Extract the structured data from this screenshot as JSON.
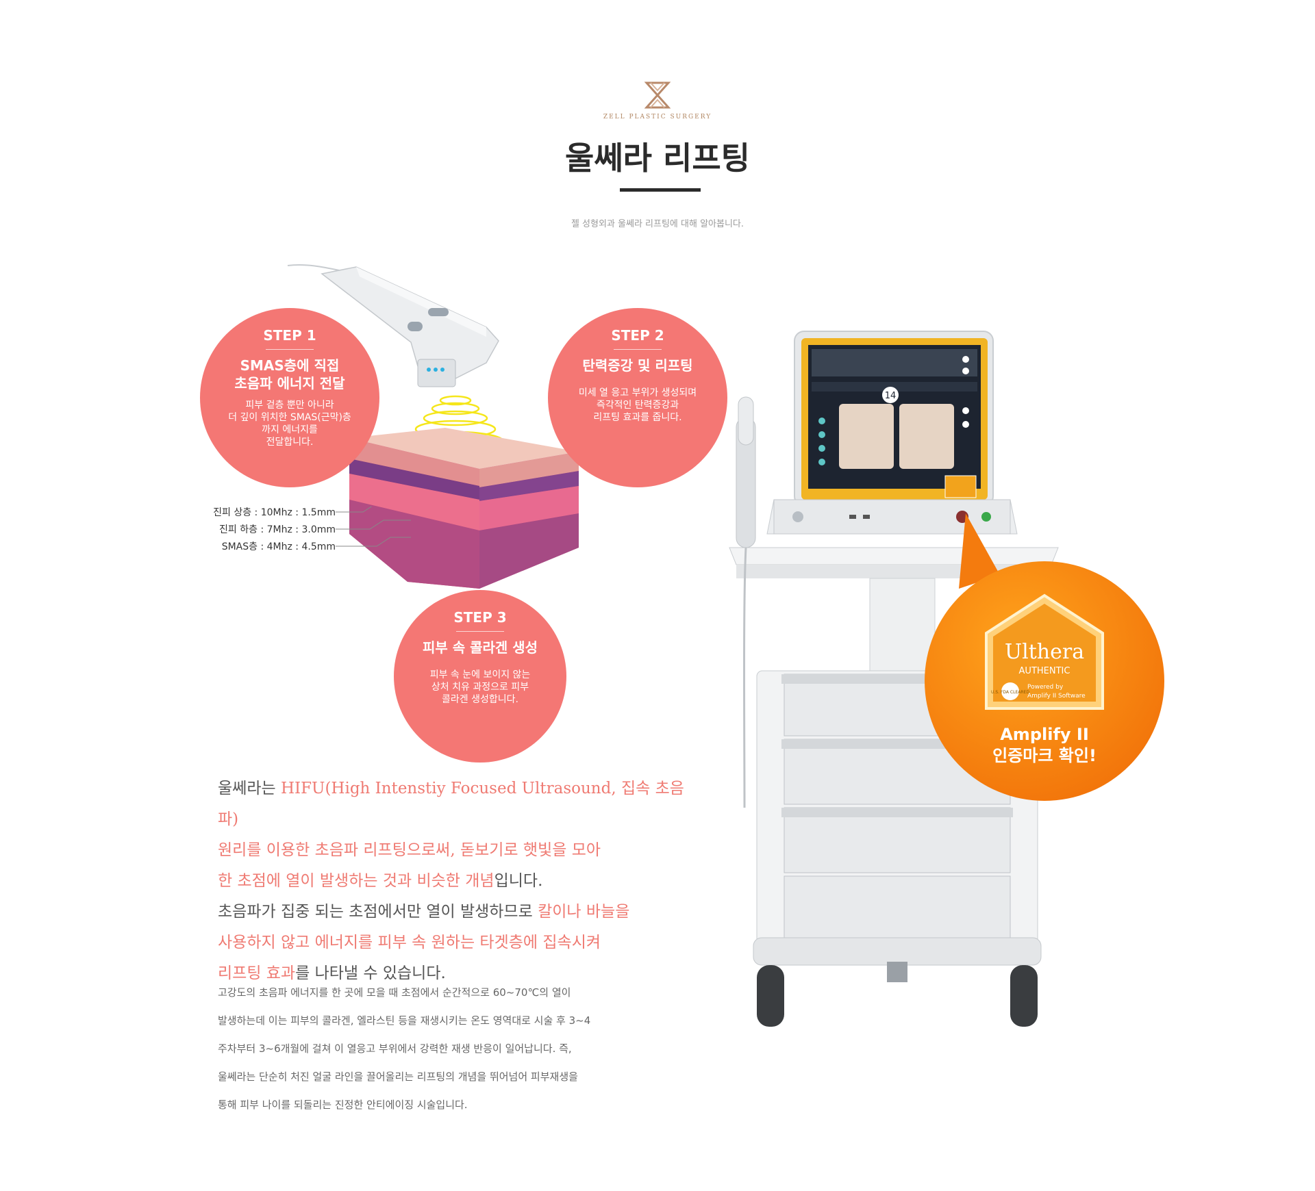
{
  "header": {
    "logo_text": "ZELL PLASTIC SURGERY",
    "title": "울쎄라 리프팅",
    "subtitle": "젤 성형외과 울쎄라 리프팅에 대해 알아봅니다."
  },
  "steps": [
    {
      "heading": "STEP 1",
      "title_lines": [
        "SMAS층에 직접",
        "초음파 에너지 전달"
      ],
      "desc_lines": [
        "피부 겉층 뿐만 아니라",
        "더 깊이 위치한 SMAS(근막)층",
        "까지 에너지를",
        "전달합니다."
      ]
    },
    {
      "heading": "STEP 2",
      "title_lines": [
        "탄력증강 및 리프팅"
      ],
      "desc_lines": [
        "미세 열 응고 부위가 생성되며",
        "즉각적인 탄력증강과",
        "리프팅 효과를 줍니다."
      ]
    },
    {
      "heading": "STEP 3",
      "title_lines": [
        "피부 속 콜라겐 생성"
      ],
      "desc_lines": [
        "피부 속 눈에 보이지 않는",
        "상처 치유 과정으로 피부",
        "콜라겐 생성합니다."
      ]
    }
  ],
  "layers": [
    "진피 상층 : 10Mhz : 1.5mm",
    "진피 하층 : 7Mhz : 3.0mm",
    "SMAS층 : 4Mhz : 4.5mm"
  ],
  "device": {
    "screen_number": "14",
    "badge_brand": "Ulthera",
    "badge_sub": "AUTHENTIC",
    "badge_fda": "U.S. FDA CLEARED",
    "badge_powered": "Powered by",
    "badge_software": "Amplify II Software",
    "caption_lines": [
      "Amplify II",
      "인증마크 확인!"
    ]
  },
  "intro": {
    "l1_a": "울쎄라는 ",
    "l1_b": "HIFU(High Intenstiy Focused Ultrasound, 집속 초음파)",
    "l2": "원리를 이용한 초음파 리프팅으로써, 돋보기로 햇빛을 모아",
    "l3_a": "한 초점에 열이 발생하는 것과 비슷한 개념",
    "l3_b": "입니다.",
    "l4_a": "초음파가 집중 되는 초점에서만 열이 발생하므로 ",
    "l4_b": "칼이나 바늘을",
    "l5": "사용하지 않고 에너지를 피부 속 원하는 타겟층에 집속시켜",
    "l6_a": "리프팅 효과",
    "l6_b": "를 나타낼 수 있습니다."
  },
  "body_lines": [
    "고강도의 초음파 에너지를 한 곳에 모을 때 초점에서 순간적으로 60~70℃의 열이",
    "발생하는데 이는 피부의 콜라겐, 엘라스틴 등을 재생시키는 온도 영역대로 시술 후 3~4",
    "주차부터 3~6개월에 걸쳐 이 열응고 부위에서 강력한 재생 반응이 일어납니다. 즉,",
    "울쎄라는 단순히 처진 얼굴 라인을 끌어올리는 리프팅의 개념을 뛰어넘어 피부재생을",
    "통해 피부 나이를 되돌리는 진정한 안티에이징 시술입니다."
  ],
  "colors": {
    "step_circle": "#f47774",
    "highlight": "#ef7a72",
    "badge_orange": "#f7820f"
  }
}
